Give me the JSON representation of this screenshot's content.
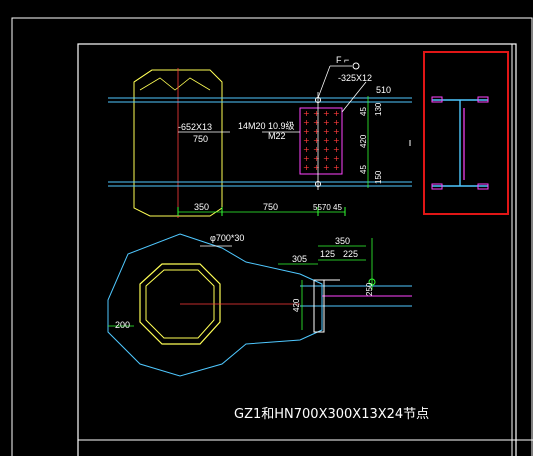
{
  "title": "GZ1和HN700X300X13X24节点",
  "labels": {
    "plate_top": "-325X12",
    "dim_510": "510",
    "plate_left": "-652X13",
    "dim_750_a": "750",
    "bolts": "14M20  10.9级",
    "bolts_sub": "M22",
    "dim_350_a": "350",
    "dim_750_b": "750",
    "dims_small": "5570 45",
    "dim_130": "130",
    "dim_45_a": "45",
    "dim_420_a": "420",
    "dim_45_b": "45",
    "dim_150": "150",
    "pipe": "φ700*30",
    "dim_350_b": "350",
    "dim_305": "305",
    "dim_125": "125",
    "dim_225": "225",
    "dim_420_b": "420",
    "dim_250": "250",
    "dim_200": "200"
  },
  "colors": {
    "background": "#000000",
    "frame": "#ffffff",
    "steel": "#4fc8ff",
    "plate": "#ffff55",
    "bolt": "#ff3b3b",
    "stiffener": "#ff44ff",
    "dimension": "#33ff33",
    "highlight": "#e01616"
  }
}
